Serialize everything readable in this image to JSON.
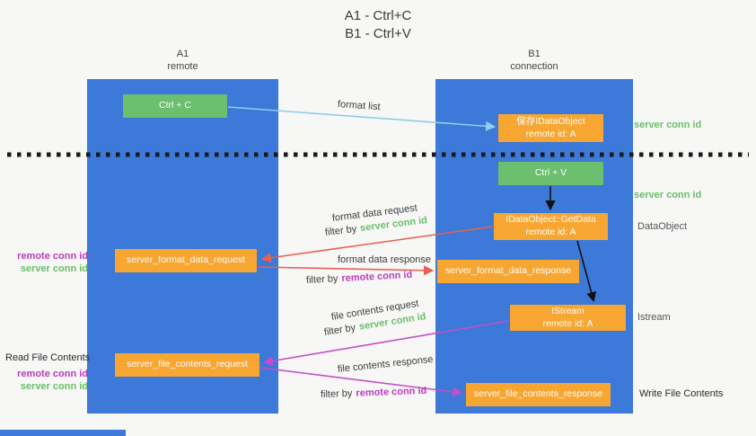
{
  "title": {
    "line1": "A1 - Ctrl+C",
    "line2": "B1 - Ctrl+V"
  },
  "lanes": {
    "left": {
      "name": "A1",
      "subtitle": "remote"
    },
    "right": {
      "name": "B1",
      "subtitle": "connection"
    }
  },
  "nodes": {
    "ctrl_c": "Ctrl + C",
    "ctrl_v": "Ctrl + V",
    "save_dataobject": {
      "line1": "保存IDataObject",
      "line2": "remote id: A"
    },
    "getdata": {
      "line1": "IDataObject::GetData",
      "line2": "remote id: A"
    },
    "istream": {
      "line1": "IStream",
      "line2": "remote id: A"
    },
    "format_request": "server_format_data_request",
    "format_response": "server_format_data_response",
    "file_request": "server_file_contents_request",
    "file_response": "server_file_contents_response"
  },
  "arrow_labels": {
    "format_list": "format list",
    "format_data_request": "format data request",
    "format_data_response": "format data response",
    "file_contents_request": "file contents request",
    "file_contents_response": "file contents response",
    "filter_by": "filter by"
  },
  "side_labels": {
    "server_conn_id": "server conn id",
    "remote_conn_id": "remote conn id",
    "dataobject": "DataObject",
    "istream": "Istream",
    "read_file_contents": "Read File Contents",
    "write_file_contents": "Write File Contents"
  },
  "colors": {
    "lane_blue": "#3c79d8",
    "box_green": "#6cbf6e",
    "box_orange": "#f7a632",
    "arrow_red": "#e8604f",
    "arrow_magenta": "#c44ec8",
    "arrow_light_blue": "#8fcdea",
    "arrow_black": "#111111",
    "text_green": "#6abf6a",
    "text_magenta": "#b93cbd"
  }
}
